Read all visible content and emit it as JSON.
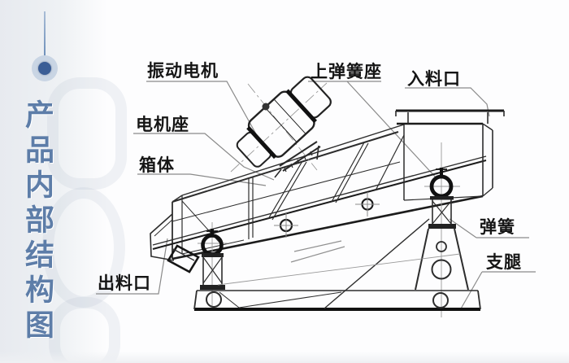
{
  "sidebar": {
    "vertical_title": "产品内部结构图",
    "title_color": "#5d7da8",
    "pin_inner_color": "#3a5d96",
    "pin_outer_color": "#c9d5e4"
  },
  "diagram": {
    "labels": {
      "vibration_motor": "振动电机",
      "motor_seat": "电机座",
      "box_body": "箱体",
      "upper_spring_seat": "上弹簧座",
      "feed_inlet": "入料口",
      "discharge_outlet": "出料口",
      "spring": "弹簧",
      "support_leg": "支腿"
    },
    "line_color": "#2d2d2d",
    "leader_color": "#8a8a8a",
    "label_text_color": "#151515"
  }
}
